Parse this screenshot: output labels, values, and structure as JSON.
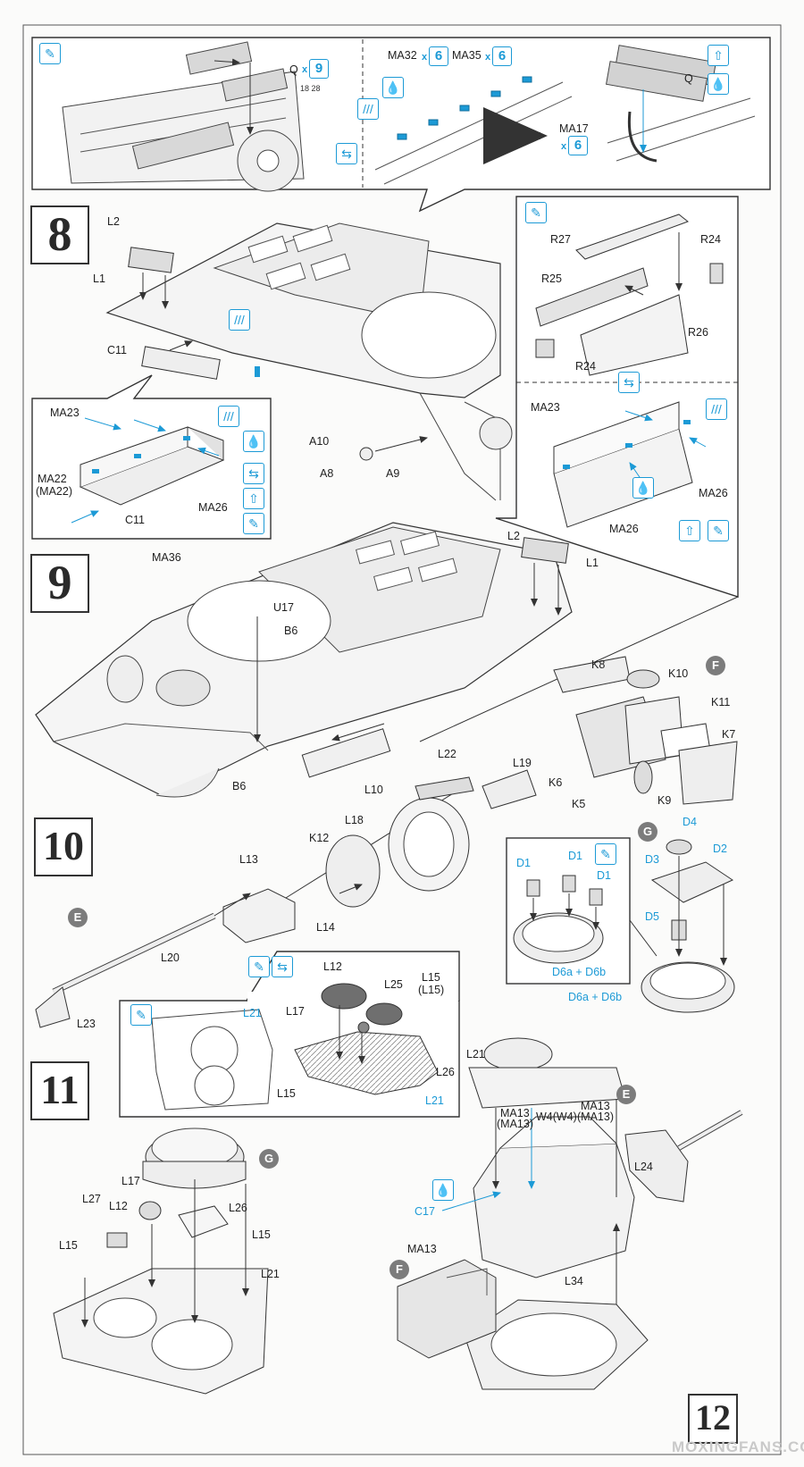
{
  "steps": {
    "s8": "8",
    "s9": "9",
    "s10": "10",
    "s11": "11",
    "s12": "12"
  },
  "detail_top": {
    "Q_left": "Q",
    "Q_left_count": "9",
    "Q_left_ref": "18 28",
    "MA32": "MA32",
    "MA32_count": "6",
    "MA35": "MA35",
    "MA35_count": "6",
    "Q_right": "Q",
    "MA17": "MA17",
    "MA17_count": "6"
  },
  "step8": {
    "L2": "L2",
    "L1": "L1",
    "C11": "C11",
    "A10": "A10",
    "A8": "A8",
    "A9": "A9",
    "inset_left": {
      "MA23": "MA23",
      "MA22": "MA22",
      "MA22b": "(MA22)",
      "C11": "C11",
      "MA26": "MA26"
    },
    "inset_right": {
      "R27": "R27",
      "R24a": "R24",
      "R25": "R25",
      "R26": "R26",
      "R24b": "R24",
      "MA23": "MA23",
      "MA26a": "MA26",
      "MA26b": "MA26"
    }
  },
  "step9": {
    "MA36": "MA36",
    "U17": "U17",
    "B6a": "B6",
    "B6b": "B6",
    "L2": "L2",
    "L1": "L1",
    "K8": "K8",
    "K10": "K10",
    "K11": "K11",
    "K7": "K7",
    "K6": "K6",
    "K5": "K5",
    "K9": "K9",
    "badge_F": "F"
  },
  "step10": {
    "L22": "L22",
    "L19": "L19",
    "L10": "L10",
    "L18": "L18",
    "K12": "K12",
    "L13": "L13",
    "L14": "L14",
    "L20": "L20",
    "L23": "L23",
    "badge_E": "E",
    "badge_G": "G",
    "D4": "D4",
    "D2": "D2",
    "D3": "D3",
    "D5": "D5",
    "D1a": "D1",
    "D1b": "D1",
    "D1c": "D1",
    "D6_inset": "D6a + D6b",
    "D6_main": "D6a + D6b"
  },
  "step11": {
    "L12": "L12",
    "L25": "L25",
    "L15": "L15",
    "L15b": "(L15)",
    "L17": "L17",
    "L26": "L26",
    "L15c": "L15",
    "L21_blue": "L21",
    "L21_inset": "L21",
    "lower": {
      "L17": "L17",
      "L27": "L27",
      "L12": "L12",
      "L26": "L26",
      "L15a": "L15",
      "L15b": "L15",
      "L21": "L21",
      "badge_G": "G"
    }
  },
  "step12": {
    "L21": "L21",
    "MA13a": "MA13",
    "MA13a2": "(MA13)",
    "W4": "W4(W4)",
    "MA13b": "MA13",
    "MA13b2": "(MA13)",
    "L24": "L24",
    "C17": "C17",
    "MA13c": "MA13",
    "L34": "L34",
    "badge_E": "E",
    "badge_F": "F"
  },
  "watermark": "MOXINGFANS.COM",
  "colors": {
    "accent": "#1c9ad6",
    "line": "#333333",
    "part": "#e9e9e9",
    "part_dark": "#bdbdbd",
    "badge": "#7c7c7c"
  }
}
